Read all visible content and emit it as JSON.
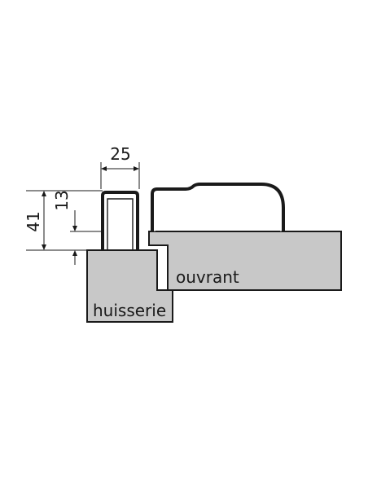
{
  "labels": {
    "width_dim": "25",
    "height_dim": "41",
    "gap_dim": "13",
    "frame_label": "huisserie",
    "leaf_label": "ouvrant"
  },
  "colors": {
    "part_fill": "#c8c8c8",
    "outline": "#1a1a1a",
    "background": "#ffffff"
  }
}
